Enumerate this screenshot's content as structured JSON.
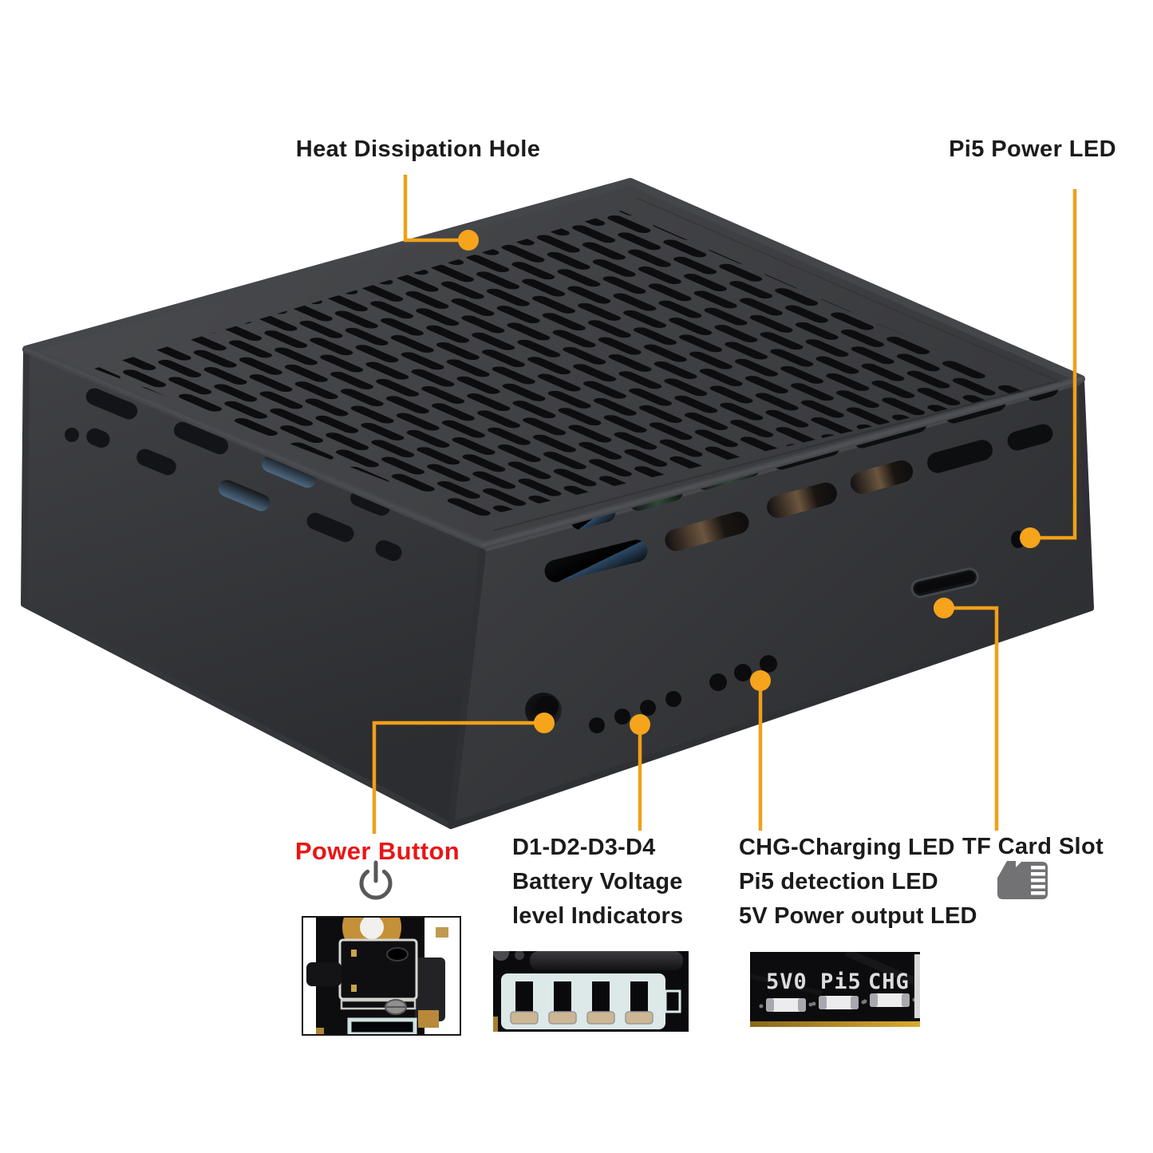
{
  "product": "Raspberry Pi 5 UPS case annotated view",
  "colors": {
    "accent_orange": "#F5A41C",
    "label_red": "#EA1515",
    "label_black": "#1B1B1B",
    "case_top": "#464749",
    "case_front": "#343538",
    "case_left": "#353639"
  },
  "callouts": {
    "heat": {
      "label": "Heat Dissipation Hole"
    },
    "pi5_led": {
      "label": "Pi5 Power LED"
    },
    "power_button": {
      "label": "Power Button"
    },
    "battery_indicators": {
      "line1": "D1-D2-D3-D4",
      "line2": "Battery Voltage",
      "line3": "level Indicators"
    },
    "status_leds": {
      "line1": "CHG-Charging LED",
      "line2": "Pi5 detection LED",
      "line3": "5V Power output LED"
    },
    "tf_card": {
      "label": "TF Card Slot"
    }
  },
  "insets": {
    "pcb_labels": [
      "5V0",
      "Pi5",
      "CHG"
    ]
  },
  "icons": {
    "power": "power-symbol",
    "tf_card": "microsd-card"
  }
}
